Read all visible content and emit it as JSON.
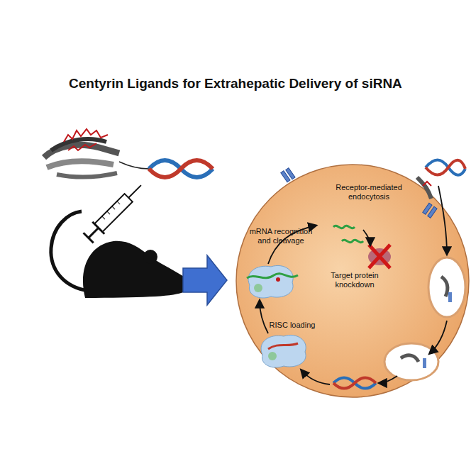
{
  "diagram": {
    "title": "Centyrin Ligands for Extrahepatic Delivery of siRNA",
    "labels": [
      "Receptor-mediated endocytosis",
      "mRNA recognition and cleavage",
      "Target protein knockdown",
      "RISC loading"
    ]
  }
}
